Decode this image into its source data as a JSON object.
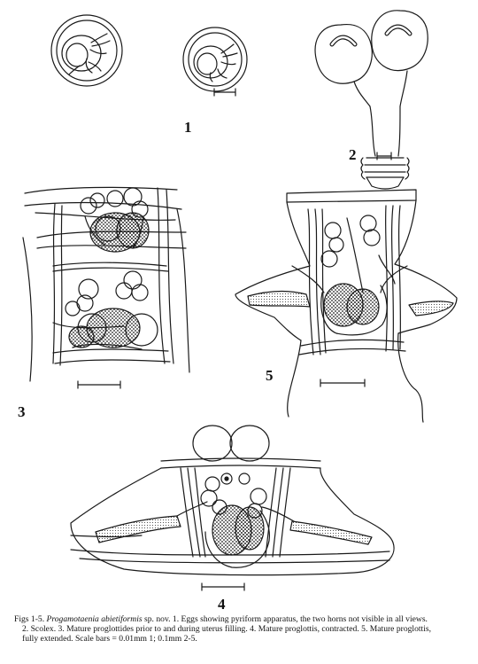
{
  "figure_labels": {
    "fig1": "1",
    "fig2": "2",
    "fig3": "3",
    "fig4": "4",
    "fig5": "5"
  },
  "caption": {
    "prefix": "Figs 1-5. ",
    "species": "Progamotaenia abietiformis",
    "rest_line1": " sp. nov. 1. Eggs showing pyriform apparatus, the two horns not visible in all views.",
    "line2": "2. Scolex. 3. Mature proglottides prior to and during uterus filling. 4. Mature proglottis, contracted. 5. Mature proglottis,",
    "line3": "fully extended. Scale bars = 0.01mm 1; 0.1mm 2-5."
  }
}
